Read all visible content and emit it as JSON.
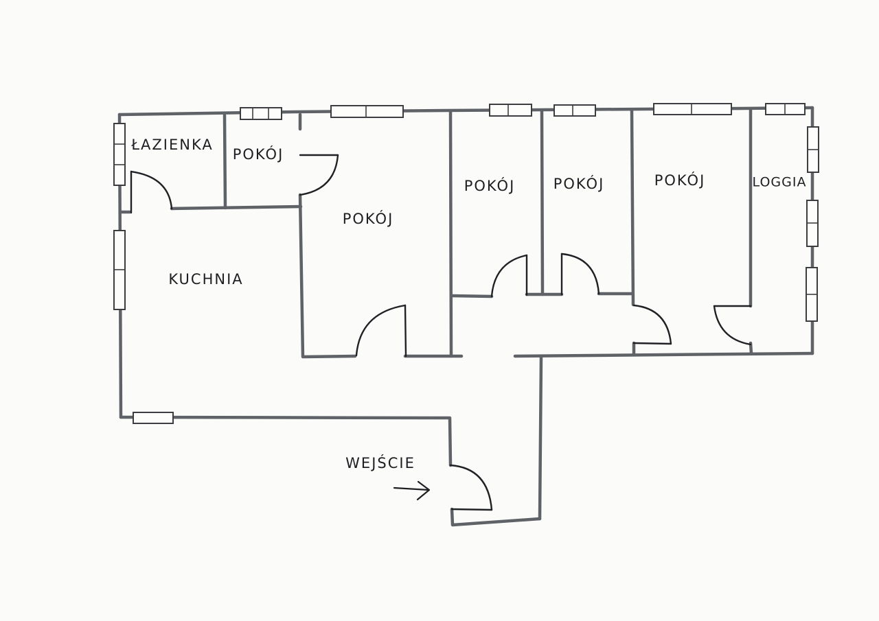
{
  "plan": {
    "rooms": {
      "lazienka": "ŁAZIENKA",
      "pokoj_1": "POKÓJ",
      "pokoj_2": "POKÓJ",
      "pokoj_3": "POKÓJ",
      "pokoj_4": "POKÓJ",
      "pokoj_5": "POKÓJ",
      "loggia": "LOGGIA",
      "kuchnia": "KUCHNIA"
    },
    "entrance": "WEJŚCIE"
  },
  "colors": {
    "wall": "#5f6367",
    "ink": "#1e1f22",
    "paper": "#fbfbfa"
  }
}
